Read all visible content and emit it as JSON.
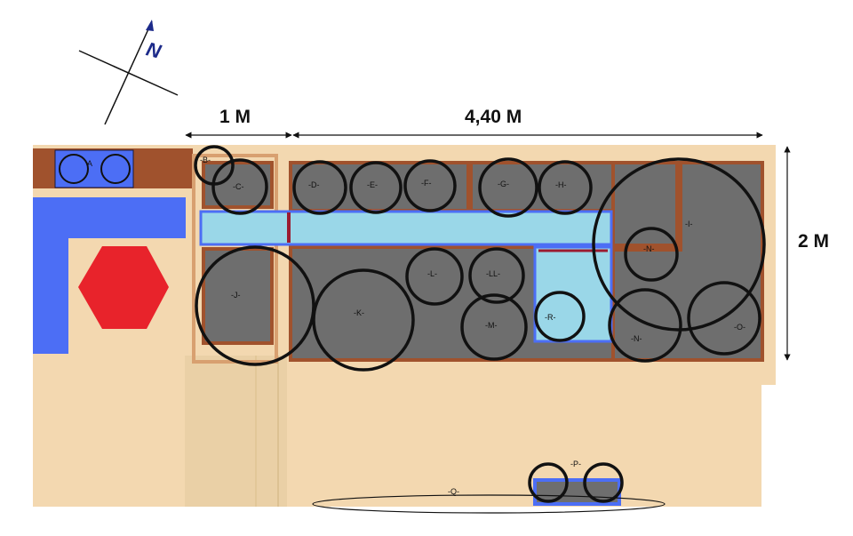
{
  "dimensions": {
    "width_1": "1 M",
    "width_2": "4,40 M",
    "depth": "2 M"
  },
  "compass": {
    "north": "N"
  },
  "labels": {
    "A": "A",
    "B": "-B-",
    "C": "-C-",
    "D": "-D-",
    "E": "-E-",
    "F": "-F-",
    "G": "-G-",
    "H": "-H-",
    "I": "-I-",
    "J": "-J-",
    "K": "-K-",
    "L": "-L-",
    "LL": "-LL-",
    "M": "-M-",
    "N1": "-N-",
    "N2": "-N-",
    "O": "-O-",
    "P": "-P-",
    "Q": "-Q-",
    "R": "-R-"
  },
  "colors": {
    "floor": "#f3d8b0",
    "floor_shade": "#ead0a6",
    "wood": "#a0522d",
    "blue": "#4c6ef5",
    "light_blue": "#9ad7e8",
    "gray": "#6e6e6e",
    "red": "#e8232b",
    "dark_red": "#9b1b30"
  }
}
